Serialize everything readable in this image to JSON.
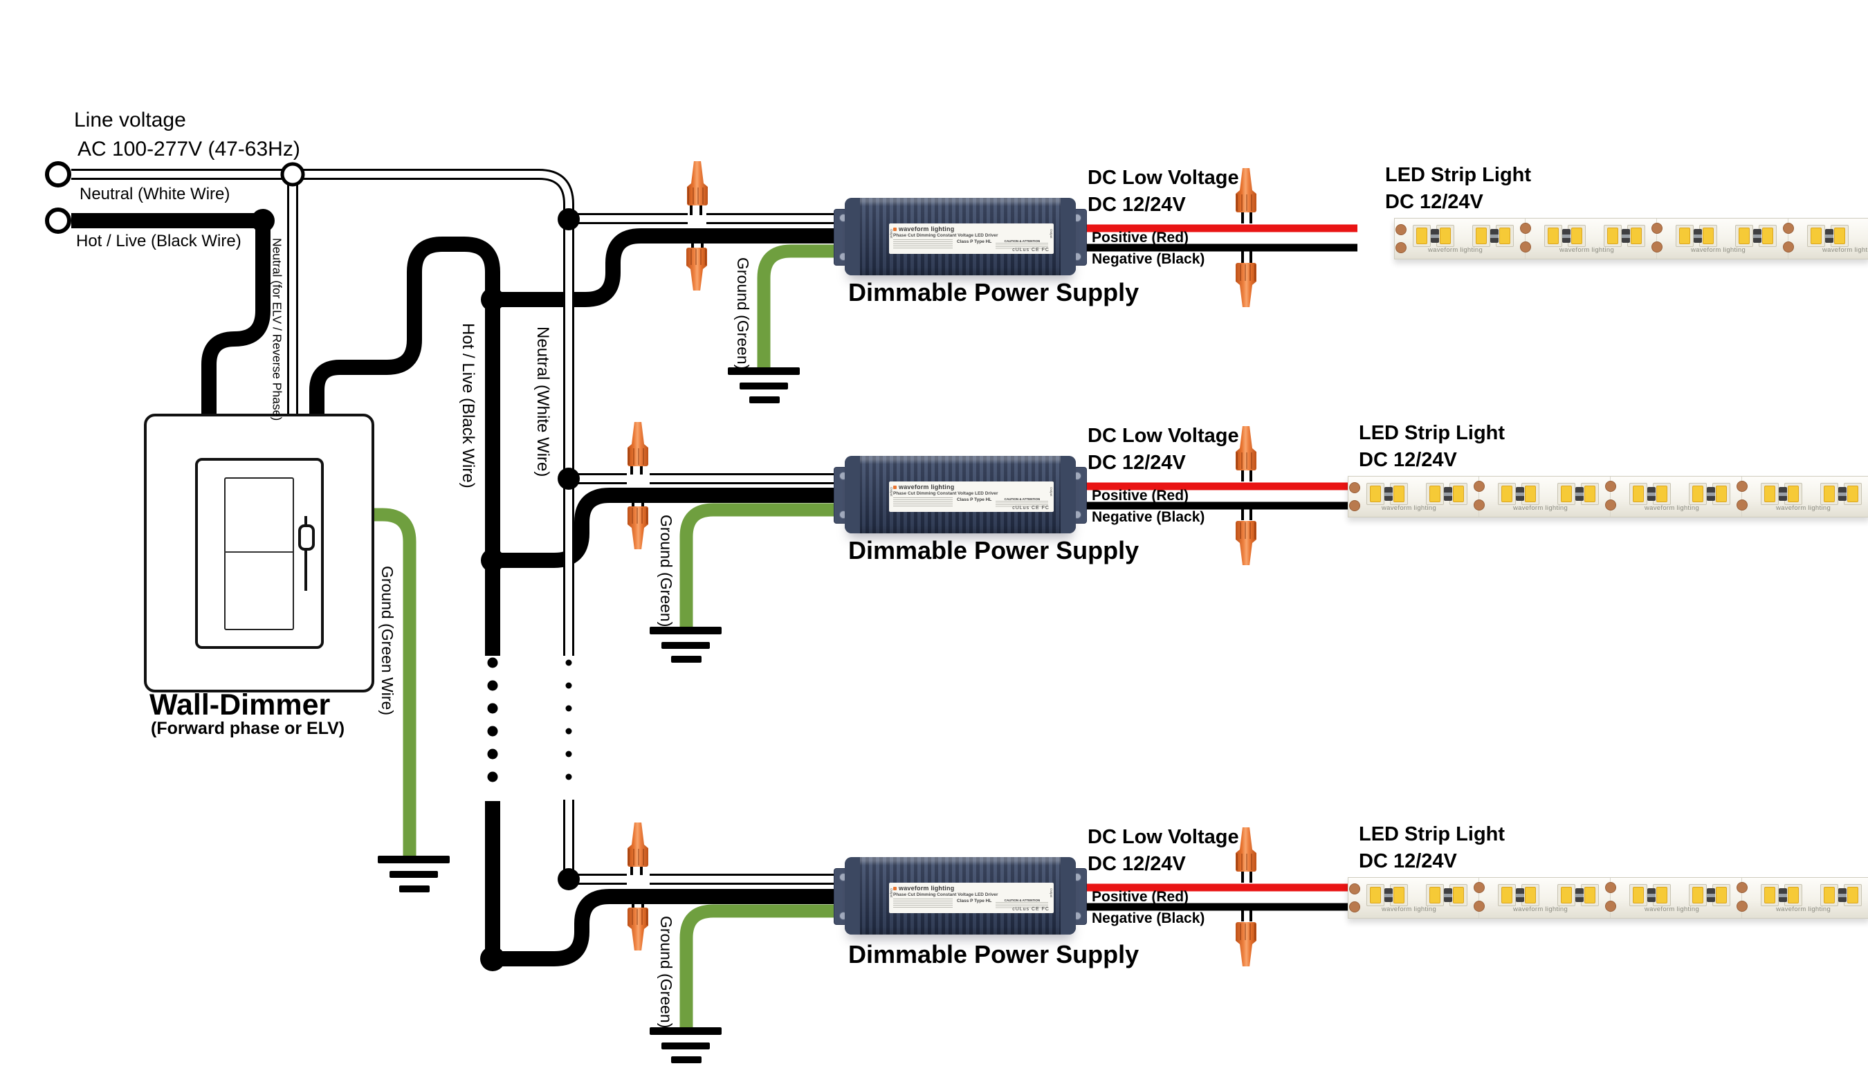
{
  "line_voltage": {
    "line1": "Line voltage",
    "line2": "AC 100-277V (47-63Hz)"
  },
  "input_labels": {
    "neutral": "Neutral (White Wire)",
    "hot": "Hot / Live (Black Wire)"
  },
  "bus_labels": {
    "elv_neutral": "Neutral (for ELV / Reverse Phase)",
    "hot": "Hot / Live (Black Wire)",
    "neutral": "Neutral (White Wire)"
  },
  "dimmer": {
    "name": "Wall-Dimmer",
    "type": "(Forward phase or ELV)",
    "ground_label": "Ground (Green Wire)"
  },
  "rows": [
    {
      "psu_caption": "Dimmable Power Supply",
      "ground_label": "Ground (Green)",
      "dc_label1": "DC Low Voltage",
      "dc_label2": "DC 12/24V",
      "positive_label": "Positive (Red)",
      "negative_label": "Negative (Black)",
      "led_label1": "LED Strip Light",
      "led_label2": "DC 12/24V"
    },
    {
      "psu_caption": "Dimmable Power Supply",
      "ground_label": "Ground (Green)",
      "dc_label1": "DC Low Voltage",
      "dc_label2": "DC 12/24V",
      "positive_label": "Positive (Red)",
      "negative_label": "Negative (Black)",
      "led_label1": "LED Strip Light",
      "led_label2": "DC 12/24V"
    },
    {
      "psu_caption": "Dimmable Power Supply",
      "ground_label": "Ground (Green)",
      "dc_label1": "DC Low Voltage",
      "dc_label2": "DC 12/24V",
      "positive_label": "Positive (Red)",
      "negative_label": "Negative (Black)",
      "led_label1": "LED Strip Light",
      "led_label2": "DC 12/24V"
    }
  ],
  "psu_label": {
    "brand": "waveform lighting",
    "product": "Phase Cut Dimming Constant Voltage LED Driver",
    "class_type": "Class P   Type HL",
    "caution": "CAUTION & ATTENTION",
    "certs": "cULus CE FC",
    "output": "Output"
  },
  "strip_print": "waveform lighting",
  "colors": {
    "wire_hot": "#000000",
    "wire_neutral": "#ffffff",
    "wire_ground": "#6f9f3f",
    "wire_positive": "#e91414",
    "wire_negative": "#000000",
    "nut_orange": "#e87430",
    "psu_body": "#32405c",
    "led_yellow": "#f6ca37",
    "copper_pad": "#b97a4e"
  }
}
